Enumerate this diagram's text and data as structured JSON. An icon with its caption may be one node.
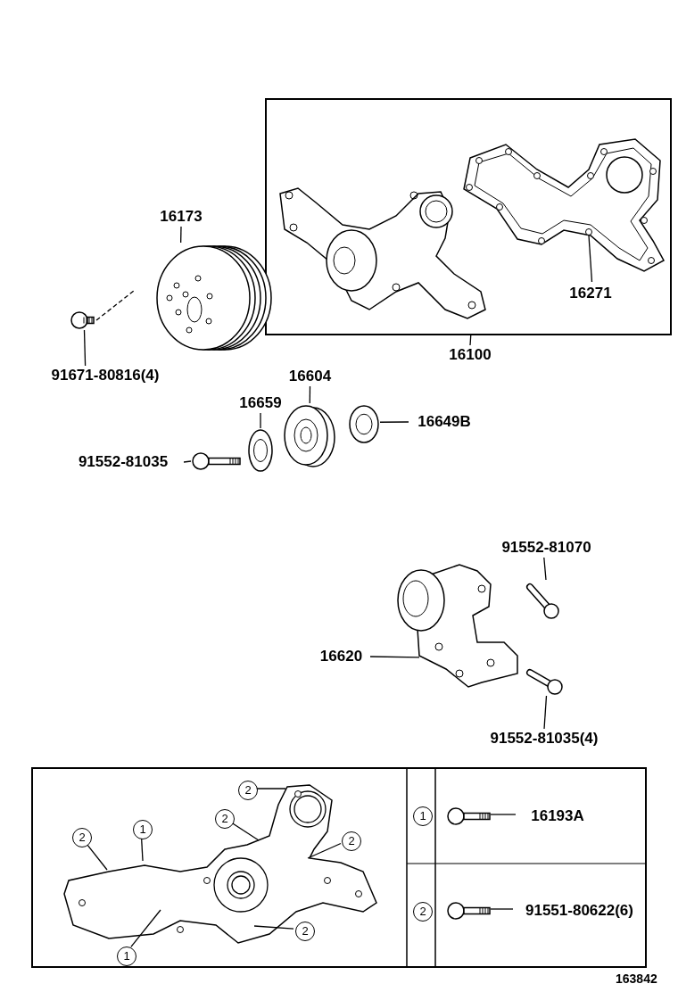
{
  "diagram": {
    "nodes": [
      {
        "text": [],
        "shape": "box"
      },
      {
        "text": [],
        "shape": "picture",
        "in": 0
      },
      {
        "text": [
          "16271"
        ],
        "in": 0
      },
      {
        "text": [
          "16100"
        ]
      },
      {
        "text": [
          "16173"
        ]
      },
      {
        "text": [],
        "shape": "picture"
      },
      {
        "text": [
          "91671-80816(4)"
        ]
      },
      {
        "text": [],
        "shape": "picture"
      },
      {
        "text": [
          "16604"
        ]
      },
      {
        "text": [],
        "shape": "picture"
      },
      {
        "text": [
          "16659"
        ]
      },
      {
        "text": [],
        "shape": "picture"
      },
      {
        "text": [
          "16649B"
        ]
      },
      {
        "text": [],
        "shape": "picture"
      },
      {
        "text": [
          "91552-81035"
        ]
      },
      {
        "text": [],
        "shape": "picture"
      },
      {
        "text": [
          "91552-81070"
        ]
      },
      {
        "text": [],
        "shape": "picture"
      },
      {
        "text": [
          "16620"
        ]
      },
      {
        "text": [],
        "shape": "picture"
      },
      {
        "text": [
          "91552-81035(4)"
        ]
      },
      {
        "text": [],
        "shape": "picture"
      },
      {
        "text": [],
        "shape": "box"
      },
      {
        "text": [
          "2"
        ],
        "in": 22
      },
      {
        "text": [
          "2"
        ],
        "in": 22
      },
      {
        "text": [
          "1"
        ],
        "in": 22
      },
      {
        "text": [
          "2"
        ],
        "in": 22
      },
      {
        "text": [
          "2"
        ],
        "in": 22
      },
      {
        "text": [
          "2"
        ],
        "in": 22
      },
      {
        "text": [
          "1"
        ],
        "in": 22
      },
      {
        "text": [
          "1"
        ],
        "in": 22
      },
      {
        "text": [],
        "shape": "picture",
        "in": 22
      },
      {
        "text": [
          "16193A"
        ],
        "in": 22
      },
      {
        "text": [
          "2"
        ],
        "in": 22
      },
      {
        "text": [],
        "shape": "picture",
        "in": 22
      },
      {
        "text": [
          "91551-80622(6)"
        ],
        "in": 22
      }
    ],
    "edges": [
      {
        "from": 2,
        "to": 1,
        "arrow": "none"
      },
      {
        "from": 3,
        "to": 0,
        "arrow": "none"
      },
      {
        "from": 4,
        "to": 5,
        "arrow": "none"
      },
      {
        "from": 6,
        "to": 7,
        "arrow": "none"
      },
      {
        "from": 7,
        "to": 5,
        "arrow": "none",
        "style": "dashed"
      },
      {
        "from": 8,
        "to": 9,
        "arrow": "none"
      },
      {
        "from": 10,
        "to": 11,
        "arrow": "none"
      },
      {
        "from": 12,
        "to": 13,
        "arrow": "none"
      },
      {
        "from": 14,
        "to": 15,
        "arrow": "none"
      },
      {
        "from": 16,
        "to": 17,
        "arrow": "none"
      },
      {
        "from": 18,
        "to": 19,
        "arrow": "none"
      },
      {
        "from": 20,
        "to": 21,
        "arrow": "none"
      },
      {
        "from": 23,
        "to": null,
        "arrow": "none"
      },
      {
        "from": 24,
        "to": null,
        "arrow": "none"
      },
      {
        "from": 25,
        "to": null,
        "arrow": "none"
      },
      {
        "from": 26,
        "to": null,
        "arrow": "none"
      },
      {
        "from": 27,
        "to": null,
        "arrow": "none"
      },
      {
        "from": 28,
        "to": null,
        "arrow": "none"
      },
      {
        "from": 29,
        "to": null,
        "arrow": "none"
      },
      {
        "from": 32,
        "to": 31,
        "arrow": "none"
      },
      {
        "from": 35,
        "to": 34,
        "arrow": "none"
      }
    ],
    "labels": [
      "163842"
    ]
  }
}
